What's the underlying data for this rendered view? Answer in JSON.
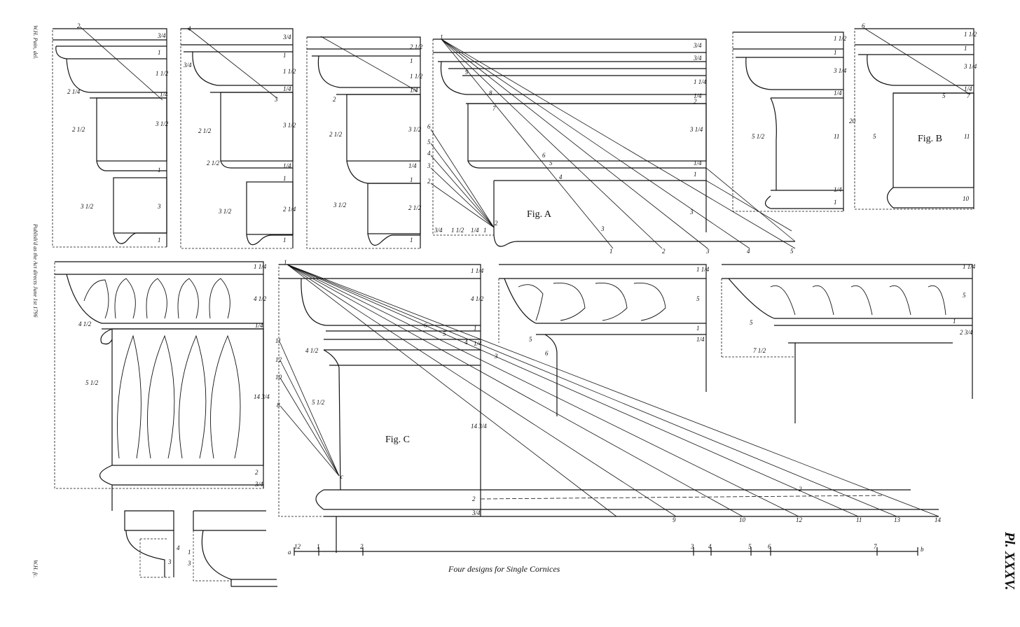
{
  "caption": "Four designs for Single Cornices",
  "plate_number": "Pl. XXXV.",
  "engraver_top": "W.H. Pain, del.",
  "engraver_bottom": "W.H. fc.",
  "published_note": "Publish'd as the Act directs June 1st 1796",
  "figures": {
    "fig_a": "Fig. A",
    "fig_b": "Fig. B",
    "fig_c": "Fig. C"
  },
  "scale_labels": {
    "a": "a",
    "b": "b",
    "ticks": [
      "12",
      "1",
      "2",
      "3",
      "4",
      "5",
      "6",
      "7"
    ]
  },
  "panel_labels": {
    "p1": [
      "2",
      "3/4",
      "1",
      "1 1/2",
      "1/4",
      "2 1/4",
      "2 1/2",
      "3 1/2",
      "1",
      "3 1/2",
      "3",
      "1"
    ],
    "p2": [
      "4",
      "3/4",
      "1",
      "1 1/2",
      "1/4",
      "3/4",
      "3",
      "2 1/2",
      "3 1/2",
      "2 1/2",
      "1/4",
      "1",
      "3 1/2",
      "2 1/4",
      "1"
    ],
    "p3": [
      "2 1/2",
      "1",
      "1 1/2",
      "1/4",
      "2",
      "2 1/2",
      "3 1/2",
      "1/4",
      "1",
      "3 1/2",
      "2 1/2",
      "1"
    ],
    "fig_a": [
      "1",
      "3/4",
      "3/4",
      "1 1/4",
      "1/4",
      "2",
      "3 1/4",
      "1/4",
      "1",
      "3",
      "9",
      "8",
      "7",
      "6",
      "5",
      "4",
      "3",
      "2",
      "1",
      "2",
      "3",
      "4",
      "5",
      "6",
      "6",
      "5",
      "4",
      "3",
      "2",
      "3/4",
      "1 1/2",
      "1/4",
      "1"
    ],
    "p5": [
      "1 1/2",
      "1",
      "3 1/4",
      "1/4",
      "11",
      "1/4",
      "1",
      "5 1/2"
    ],
    "fig_b": [
      "6",
      "1 1/2",
      "1",
      "3 1/4",
      "1/4",
      "11",
      "5",
      "20",
      "10",
      "5",
      "7"
    ],
    "row2_left": [
      "1 1/4",
      "4 1/2",
      "1/4",
      "4 1/2",
      "14 3/4",
      "5 1/2",
      "2",
      "3/4"
    ],
    "fig_c": [
      "1",
      "1 1/4",
      "4 1/2",
      "1",
      "1/4",
      "4 1/2",
      "5 1/2",
      "14 3/4",
      "2",
      "3/4",
      "11",
      "12",
      "10",
      "8",
      "9",
      "10",
      "11",
      "12",
      "13",
      "14",
      "6",
      "5",
      "4",
      "3",
      "2",
      "c"
    ],
    "row2_mid": [
      "1 1/4",
      "5",
      "1",
      "1/4",
      "5",
      "6"
    ],
    "row2_right": [
      "1 1/4",
      "5",
      "1",
      "2 3/4",
      "5",
      "7 1/2"
    ],
    "details": [
      "4",
      "3",
      "1",
      "3"
    ]
  }
}
